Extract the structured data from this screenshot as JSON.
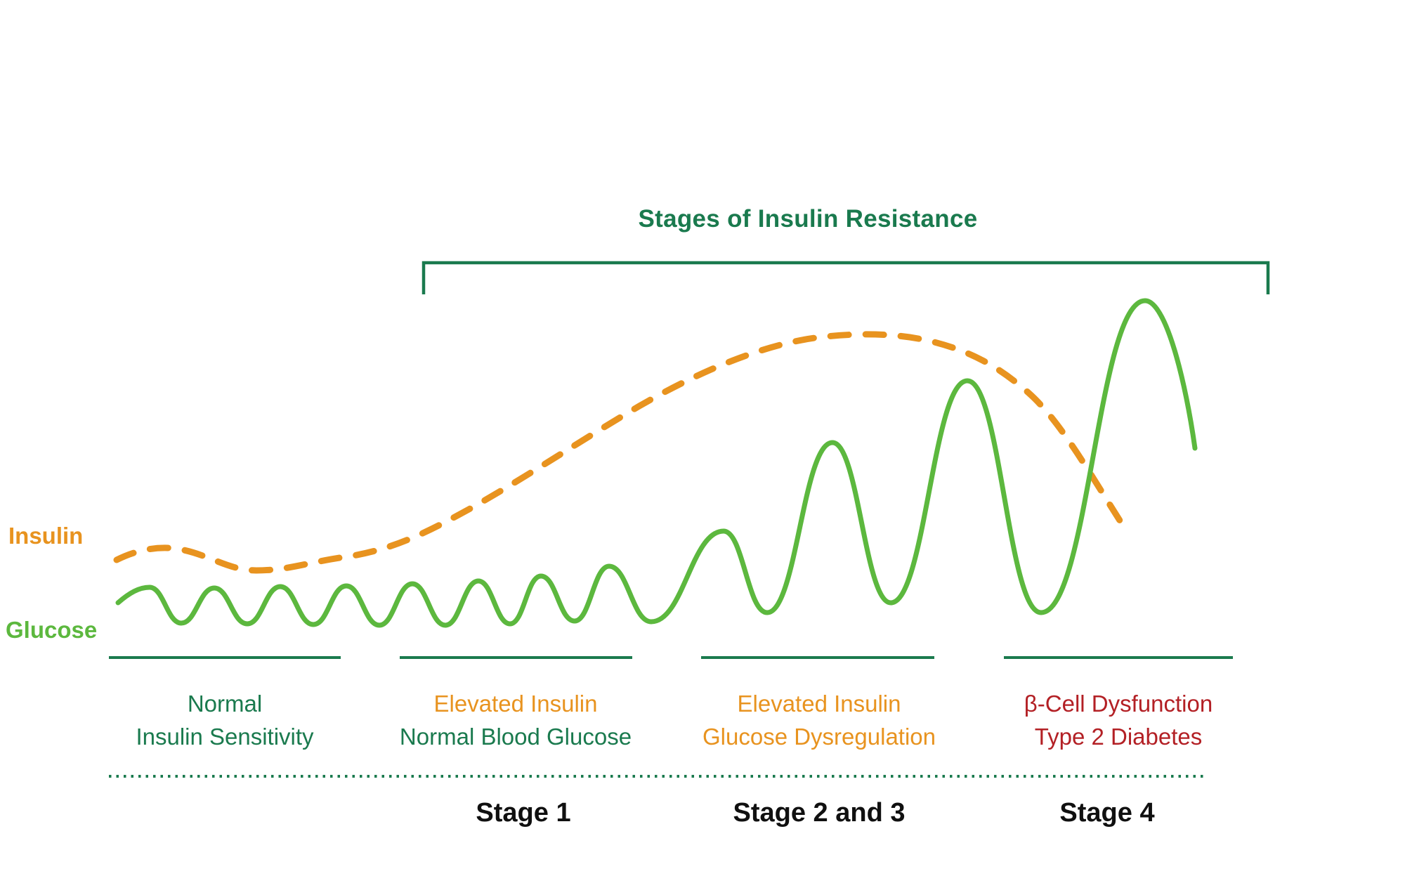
{
  "title": "Stages of Insulin Resistance",
  "legend": {
    "insulin_label": "Insulin",
    "glucose_label": "Glucose"
  },
  "stages": [
    {
      "line1": "Normal",
      "line2": "Insulin Sensitivity",
      "line1_color": "#1a7a4e",
      "line2_color": "#1a7a4e"
    },
    {
      "line1": "Elevated Insulin",
      "line2": "Normal Blood Glucose",
      "line1_color": "#e8931f",
      "line2_color": "#1a7a4e"
    },
    {
      "line1": "Elevated Insulin",
      "line2": "Glucose Dysregulation",
      "line1_color": "#e8931f",
      "line2_color": "#e8931f"
    },
    {
      "line1": "β-Cell Dysfunction",
      "line2": "Type 2 Diabetes",
      "line1_color": "#b32025",
      "line2_color": "#b32025"
    }
  ],
  "stage_axis": [
    {
      "label": "Stage 1"
    },
    {
      "label": "Stage 2 and 3"
    },
    {
      "label": "Stage 4"
    }
  ],
  "curves": {
    "insulin": {
      "name": "Insulin",
      "style": "dashed",
      "color": "#e8931f",
      "shape": "starts low with a small bump, rises steadily through Stage 1, plateaus at its highest level during Stages 2 and 3, then falls sharply in Stage 4"
    },
    "glucose": {
      "name": "Glucose",
      "style": "solid",
      "color": "#5cb83e",
      "shape": "small regular oscillations while insulin sensitivity is normal and during Stage 1, then oscillations grow progressively larger through Stages 2, 3 and 4"
    }
  },
  "colors": {
    "dark_green": "#1a7a4e",
    "orange": "#e8931f",
    "green": "#5cb83e",
    "dark_red": "#b32025",
    "black": "#101010"
  }
}
